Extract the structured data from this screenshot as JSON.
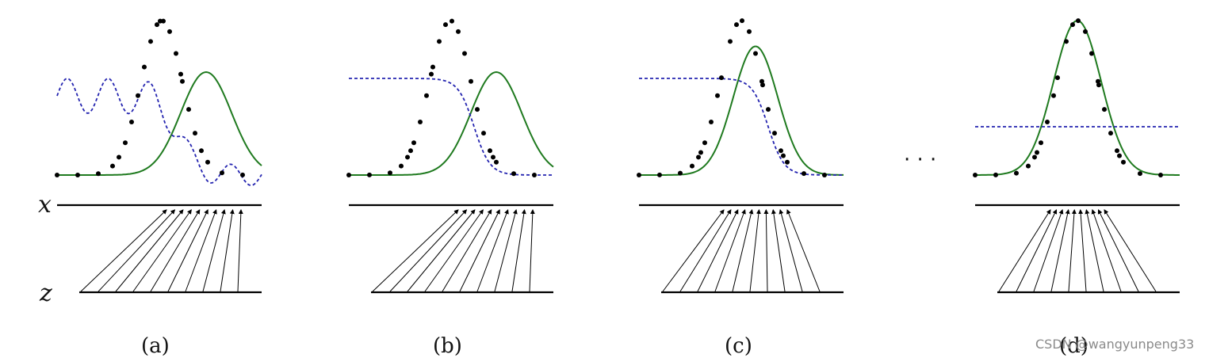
{
  "figure": {
    "axis_labels": {
      "x": "x",
      "z": "z"
    },
    "ellipsis": "· · ·",
    "watermark": "CSDN @wangyunpeng33",
    "colors": {
      "data_dots": "#000000",
      "generator_curve": "#1f7a1f",
      "discriminator_curve": "#2424b0",
      "axis": "#000000"
    },
    "panels": [
      {
        "caption": "(a)",
        "discriminator": "noisy",
        "generator_overlap": "low"
      },
      {
        "caption": "(b)",
        "discriminator": "sigmoid-step",
        "generator_overlap": "low"
      },
      {
        "caption": "(c)",
        "discriminator": "sigmoid-step",
        "generator_overlap": "partial"
      },
      {
        "caption": "(d)",
        "discriminator": "flat-half",
        "generator_overlap": "full"
      }
    ]
  }
}
